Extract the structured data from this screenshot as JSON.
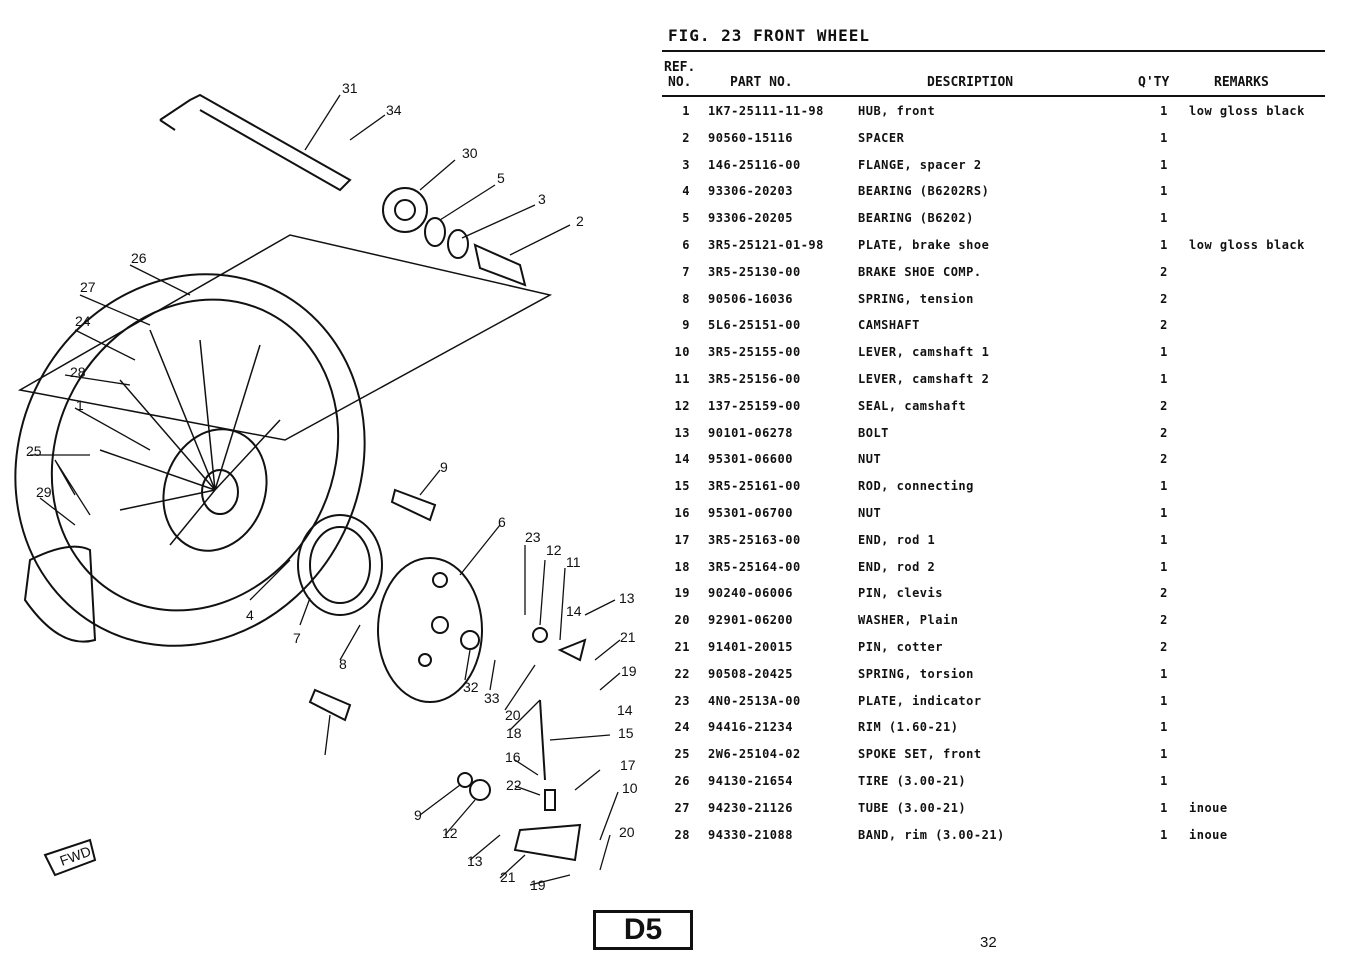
{
  "figure": {
    "title": "FIG. 23  FRONT WHEEL"
  },
  "table": {
    "headers": {
      "ref_line1": "REF.",
      "ref_line2": "NO.",
      "part_no": "PART NO.",
      "description": "DESCRIPTION",
      "qty": "Q'TY",
      "remarks": "REMARKS"
    },
    "rows": [
      {
        "ref": "1",
        "part": "1K7-25111-11-98",
        "desc": "HUB, front",
        "qty": "1",
        "rem": "low gloss black"
      },
      {
        "ref": "2",
        "part": "90560-15116",
        "desc": "SPACER",
        "qty": "1",
        "rem": ""
      },
      {
        "ref": "3",
        "part": "146-25116-00",
        "desc": "FLANGE, spacer 2",
        "qty": "1",
        "rem": ""
      },
      {
        "ref": "4",
        "part": "93306-20203",
        "desc": "BEARING (B6202RS)",
        "qty": "1",
        "rem": ""
      },
      {
        "ref": "5",
        "part": "93306-20205",
        "desc": "BEARING (B6202)",
        "qty": "1",
        "rem": ""
      },
      {
        "ref": "6",
        "part": "3R5-25121-01-98",
        "desc": "PLATE, brake shoe",
        "qty": "1",
        "rem": "low gloss black"
      },
      {
        "ref": "7",
        "part": "3R5-25130-00",
        "desc": "BRAKE SHOE COMP.",
        "qty": "2",
        "rem": ""
      },
      {
        "ref": "8",
        "part": "90506-16036",
        "desc": "SPRING, tension",
        "qty": "2",
        "rem": ""
      },
      {
        "ref": "9",
        "part": "5L6-25151-00",
        "desc": "CAMSHAFT",
        "qty": "2",
        "rem": ""
      },
      {
        "ref": "10",
        "part": "3R5-25155-00",
        "desc": "LEVER, camshaft 1",
        "qty": "1",
        "rem": ""
      },
      {
        "ref": "11",
        "part": "3R5-25156-00",
        "desc": "LEVER, camshaft 2",
        "qty": "1",
        "rem": ""
      },
      {
        "ref": "12",
        "part": "137-25159-00",
        "desc": "SEAL, camshaft",
        "qty": "2",
        "rem": ""
      },
      {
        "ref": "13",
        "part": "90101-06278",
        "desc": "BOLT",
        "qty": "2",
        "rem": ""
      },
      {
        "ref": "14",
        "part": "95301-06600",
        "desc": "NUT",
        "qty": "2",
        "rem": ""
      },
      {
        "ref": "15",
        "part": "3R5-25161-00",
        "desc": "ROD, connecting",
        "qty": "1",
        "rem": ""
      },
      {
        "ref": "16",
        "part": "95301-06700",
        "desc": "NUT",
        "qty": "1",
        "rem": ""
      },
      {
        "ref": "17",
        "part": "3R5-25163-00",
        "desc": "END, rod 1",
        "qty": "1",
        "rem": ""
      },
      {
        "ref": "18",
        "part": "3R5-25164-00",
        "desc": "END, rod 2",
        "qty": "1",
        "rem": ""
      },
      {
        "ref": "19",
        "part": "90240-06006",
        "desc": "PIN, clevis",
        "qty": "2",
        "rem": ""
      },
      {
        "ref": "20",
        "part": "92901-06200",
        "desc": "WASHER, Plain",
        "qty": "2",
        "rem": ""
      },
      {
        "ref": "21",
        "part": "91401-20015",
        "desc": "PIN, cotter",
        "qty": "2",
        "rem": ""
      },
      {
        "ref": "22",
        "part": "90508-20425",
        "desc": "SPRING, torsion",
        "qty": "1",
        "rem": ""
      },
      {
        "ref": "23",
        "part": "4N0-2513A-00",
        "desc": "PLATE, indicator",
        "qty": "1",
        "rem": ""
      },
      {
        "ref": "24",
        "part": "94416-21234",
        "desc": "RIM (1.60-21)",
        "qty": "1",
        "rem": ""
      },
      {
        "ref": "25",
        "part": "2W6-25104-02",
        "desc": "SPOKE SET, front",
        "qty": "1",
        "rem": ""
      },
      {
        "ref": "26",
        "part": "94130-21654",
        "desc": "TIRE (3.00-21)",
        "qty": "1",
        "rem": ""
      },
      {
        "ref": "27",
        "part": "94230-21126",
        "desc": "TUBE (3.00-21)",
        "qty": "1",
        "rem": "inoue"
      },
      {
        "ref": "28",
        "part": "94330-21088",
        "desc": "BAND, rim (3.00-21)",
        "qty": "1",
        "rem": "inoue"
      }
    ]
  },
  "diagram": {
    "callouts": [
      "31",
      "34",
      "30",
      "5",
      "3",
      "2",
      "26",
      "27",
      "24",
      "28",
      "1",
      "25",
      "29",
      "4",
      "9",
      "6",
      "23",
      "12",
      "11",
      "13",
      "21",
      "19",
      "7",
      "8",
      "32",
      "33",
      "20",
      "18",
      "14",
      "15",
      "16",
      "17",
      "22",
      "10",
      "9",
      "12",
      "13",
      "21",
      "19",
      "20",
      "14"
    ],
    "fwd_label": "FWD"
  },
  "badge": "D5",
  "page_number": "32"
}
